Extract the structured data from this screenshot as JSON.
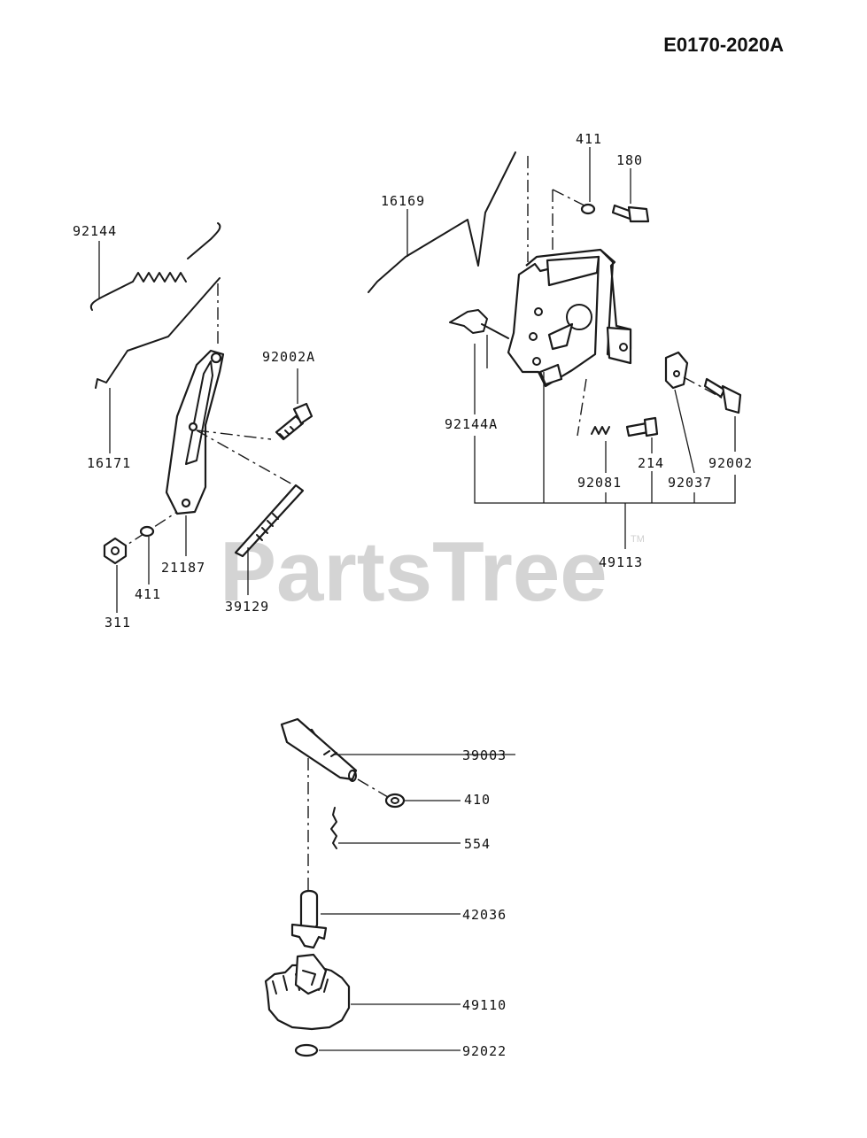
{
  "diagram_code": "E0170-2020A",
  "watermark": {
    "text": "PartsTree",
    "mark": "TM"
  },
  "part_labels": {
    "p92144": "92144",
    "p16171": "16171",
    "p92002A": "92002A",
    "p21187": "21187",
    "p411a": "411",
    "p311": "311",
    "p39129": "39129",
    "p16169": "16169",
    "p411b": "411",
    "p180": "180",
    "p92144A": "92144A",
    "p214": "214",
    "p92002": "92002",
    "p92081": "92081",
    "p92037": "92037",
    "p49113": "49113",
    "p39003": "39003",
    "p410": "410",
    "p554": "554",
    "p42036": "42036",
    "p49110": "49110",
    "p92022": "92022"
  }
}
